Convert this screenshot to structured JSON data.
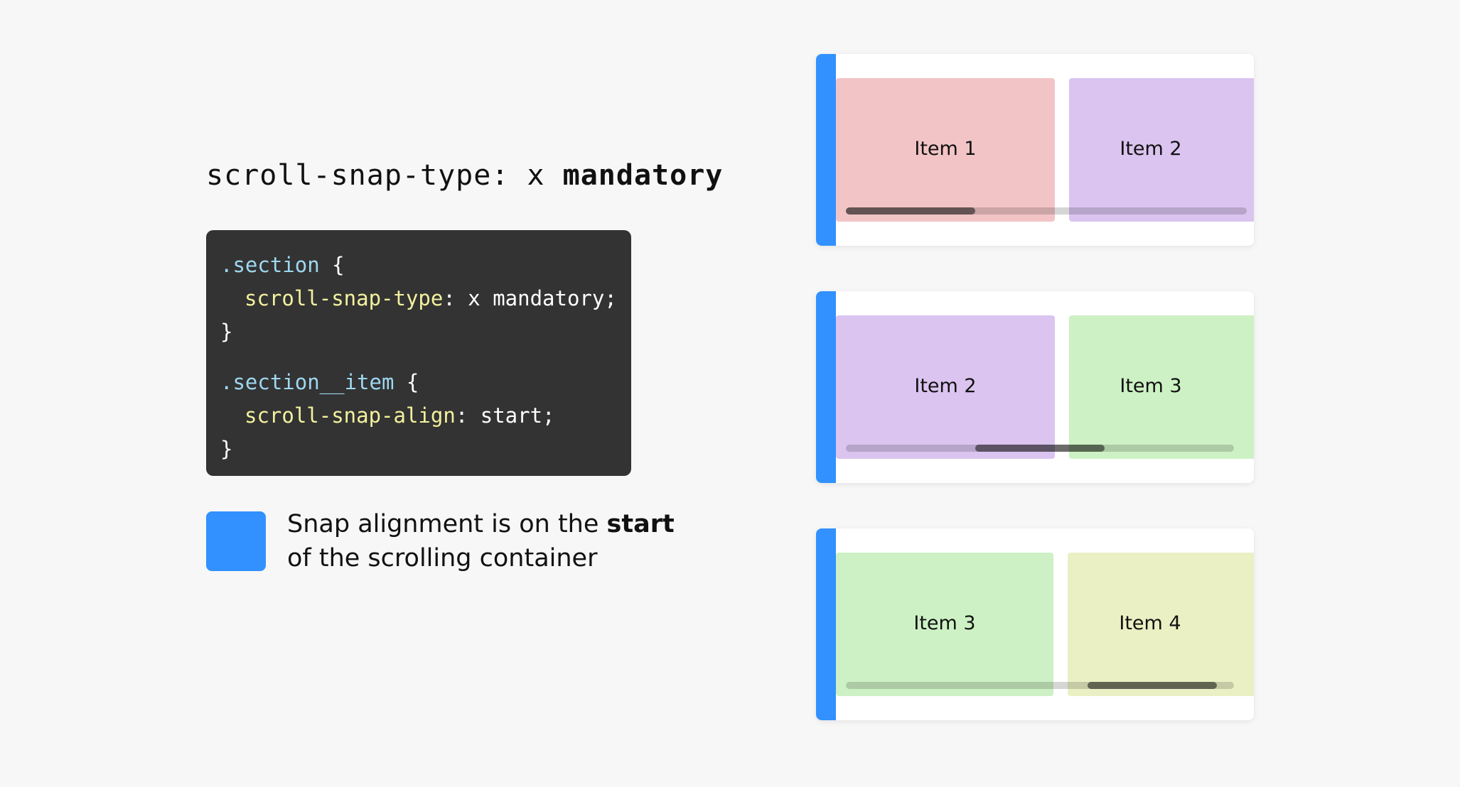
{
  "heading": {
    "prefix": "scroll-snap-type: x ",
    "emphasis": "mandatory"
  },
  "code": {
    "line1_selector": ".section",
    "line1_brace": " {",
    "line2_prop": "scroll-snap-type",
    "line2_value": ": x mandatory;",
    "line3_close": "}",
    "line4_selector": ".section__item",
    "line4_brace": " {",
    "line5_prop": "scroll-snap-align",
    "line5_value": ": start;",
    "line6_close": "}",
    "colors": {
      "background": "#333333",
      "selector": "#9ed8f0",
      "property": "#f3f19e",
      "text": "#ffffff"
    }
  },
  "legend": {
    "swatch_color": "#3291ff",
    "text_before": "Snap alignment is on the ",
    "text_bold": "start",
    "text_after": "of the scrolling container"
  },
  "panels": [
    {
      "items": [
        {
          "label": "Item 1",
          "color": "#f2c4c6"
        },
        {
          "label": "Item 2",
          "color": "#dbc4f0"
        }
      ],
      "scroll_position": "start"
    },
    {
      "items": [
        {
          "label": "Item 2",
          "color": "#dbc4f0"
        },
        {
          "label": "Item 3",
          "color": "#cdf1c4"
        }
      ],
      "scroll_position": "middle"
    },
    {
      "items": [
        {
          "label": "Item 3",
          "color": "#cdf1c4"
        },
        {
          "label": "Item 4",
          "color": "#ebf0c4"
        }
      ],
      "scroll_position": "end"
    }
  ],
  "snap_marker_color": "#3291ff"
}
